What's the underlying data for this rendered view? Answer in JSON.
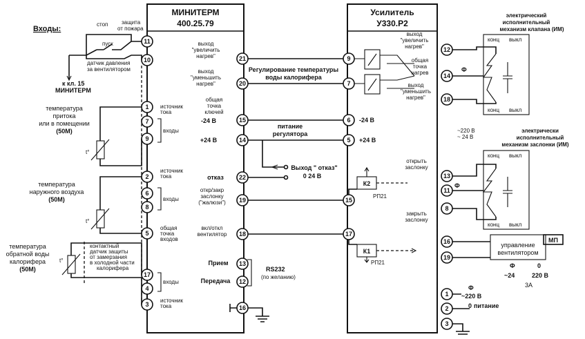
{
  "miniterm": {
    "title1": "МИНИТЕРМ",
    "title2": "400.25.79"
  },
  "amp": {
    "title1": "Усилитель",
    "title2": "У330.Р2"
  },
  "inputs": {
    "heading": "Входы:",
    "stop": "стоп",
    "protect1": "защита",
    "protect2": "от пожара",
    "start": "пуск",
    "pressure1": "датчик давления",
    "pressure2": "за вентилятором",
    "kkl1": "к кл. 15",
    "kkl2": "МИНИТЕРМ",
    "t_supply1": "температура",
    "t_supply2": "притока",
    "t_supply3": "или в помещении",
    "t_supply4": "(50М)",
    "t_out1": "температура",
    "t_out2": "наружного воздуха",
    "t_out3": "(50М)",
    "t_ret1": "температура",
    "t_ret2": "обратной воды",
    "t_ret3": "калорифера",
    "t_ret4": "(50М)",
    "src_cur1": "источник",
    "src_cur2": "тока",
    "inputs_word": "входы",
    "common1": "общая",
    "common2": "точка",
    "common3": "входов",
    "frost1": "контактный",
    "frost2": "датчик защиты",
    "frost3": "от замерзания",
    "frost4": "в холодной части",
    "frost5": "калорифера",
    "tdeg": "t°"
  },
  "mid": {
    "out_inc1": "выход",
    "out_inc2": "\"увеличить",
    "out_inc3": "нагрев\"",
    "out_dec1": "выход",
    "out_dec2": "\"уменьшить",
    "out_dec3": "нагрев\"",
    "reg1": "Регулирование температуры",
    "reg2": "воды калорифера",
    "common_keys1": "общая",
    "common_keys2": "точка",
    "common_keys3": "ключей",
    "m24": "-24 В",
    "p24": "+24 В",
    "power1": "питание",
    "power2": "регулятора",
    "fail": "отказ",
    "fail_out1": "Выход \" отказ\"",
    "fail_out2": "0  24 В",
    "damper1": "откр/закр",
    "damper2": "заслонку",
    "damper3": "(\"жалюзи\")",
    "fan1": "вкл/откл",
    "fan2": "вентилятор",
    "rx": "Прием",
    "tx": "Передача",
    "rs1": "RS232",
    "rs2": "(по желанию)"
  },
  "right": {
    "out_inc1": "выход",
    "out_inc2": "\"увеличить",
    "out_inc3": "нагрев\"",
    "common1": "общая",
    "common2": "точка",
    "common3": "нагрев",
    "out_dec1": "выход",
    "out_dec2": "\"уменьшить",
    "out_dec3": "нагрев\"",
    "m24": "-24 В",
    "p24": "+24 В",
    "im1_1": "электрический",
    "im1_2": "исполнительный",
    "im1_3": "механизм клапана (ИМ)",
    "im2_1": "электрически",
    "im2_2": "исполнительный",
    "im2_3": "механизм заслонки (ИМ)",
    "konc": "конц",
    "vykl": "выкл",
    "phi": "Ф",
    "zero": "0",
    "open1": "открыть",
    "open2": "заслонку",
    "close1": "закрыть",
    "close2": "заслонку",
    "k2": "К2",
    "k1": "К1",
    "rp21": "РП21",
    "mp": "МП",
    "fanctl1": "управление",
    "fanctl2": "вентилятором",
    "m24v": "~24",
    "v220": "220 В",
    "a3": "3А",
    "v220b": "~220 В",
    "pit": "питание",
    "note1": "~220 В",
    "note2": "~ 24 В"
  },
  "pins": {
    "p11": "11",
    "p10": "10",
    "p1": "1",
    "p7": "7",
    "p9": "9",
    "p2": "2",
    "p6": "6",
    "p8": "8",
    "p5": "5",
    "p17": "17",
    "p4": "4",
    "p3": "3",
    "p21": "21",
    "p20": "20",
    "p15": "15",
    "p14": "14",
    "p22": "22",
    "p19": "19",
    "p18": "18",
    "p13": "13",
    "p12": "12",
    "p16": "16",
    "a9": "9",
    "a7": "7",
    "a6": "6",
    "a5": "5",
    "a15": "15",
    "a17": "17",
    "r12": "12",
    "r14": "14",
    "r18": "18",
    "r13": "13",
    "r11": "11",
    "r8": "8",
    "r16": "16",
    "r19": "19",
    "r1": "1",
    "r2": "2",
    "r3": "3"
  }
}
